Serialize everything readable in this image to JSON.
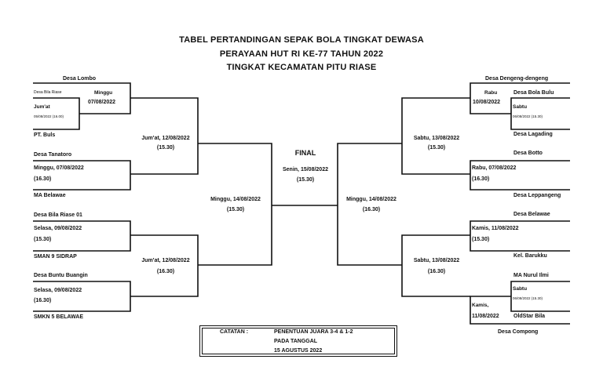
{
  "title": {
    "line1": "TABEL PERTANDINGAN SEPAK BOLA TINGKAT DEWASA",
    "line2": "PERAYAAN HUT RI KE-77 TAHUN 2022",
    "line3": "TINGKAT KECAMATAN PITU RIASE"
  },
  "left": {
    "team_lombo": "Desa Lombo",
    "team_bila_riase": "Desa Bila Riase",
    "m1_day": "Jum'at",
    "m1_date_small": "05/08/2022 (16.00)",
    "m2_day": "Minggu",
    "m2_date": "07/08/2022",
    "team_pt_buls": "PT. Buls",
    "team_tanatoro": "Desa Tanatoro",
    "m3_date": "Minggu, 07/08/2022",
    "m3_time": "(16.30)",
    "team_ma_belawae": "MA Belawae",
    "team_bila_riase_01": "Desa Bila Riase 01",
    "m4_date": "Selasa, 09/08/2022",
    "m4_time": "(15.30)",
    "team_sman9": "SMAN 9 SIDRAP",
    "team_buntu_buangin": "Desa Buntu Buangin",
    "m5_date": "Selasa, 09/08/2022",
    "m5_time": "(16.30)",
    "team_smkn5": "SMKN 5 BELAWAE",
    "qf1_date": "Jum'at, 12/08/2022",
    "qf1_time": "(15.30)",
    "qf2_date": "Jum'at, 12/08/2022",
    "qf2_time": "(16.30)",
    "sf_date": "Minggu, 14/08/2022",
    "sf_time": "(15.30)"
  },
  "center": {
    "final_label": "FINAL",
    "final_date": "Senin, 15/08/2022",
    "final_time": "(15.30)"
  },
  "right": {
    "team_dengeng": "Desa Dengeng-dengeng",
    "m1_day": "Rabu",
    "m1_date": "10/08/2022",
    "team_bola_bulu": "Desa Bola Bulu",
    "m2_day": "Sabtu",
    "m2_date_small": "06/08/2022 (15.30)",
    "team_lagading": "Desa Lagading",
    "team_botto": "Desa Botto",
    "m3_date": "Rabu, 07/08/2022",
    "m3_time": "(16.30)",
    "team_leppangeng": "Desa Leppangeng",
    "team_belawae": "Desa Belawae",
    "m4_date": "Kamis, 11/08/2022",
    "m4_time": "(15.30)",
    "team_barukku": "Kel. Barukku",
    "team_ma_nurul_ilmi": "MA Nurul Ilmi",
    "m5_day": "Sabtu",
    "m5_date_small": "06/08/2022 (15.30)",
    "m6_day": "Kamis,",
    "m6_date": "11/08/2022",
    "team_oldstar": "OldStar Bila",
    "team_compong": "Desa Compong",
    "qf1_date": "Sabtu, 13/08/2022",
    "qf1_time": "(15.30)",
    "qf2_date": "Sabtu, 13/08/2022",
    "qf2_time": "(16.30)",
    "sf_date": "Minggu, 14/08/2022",
    "sf_time": "(16.30)"
  },
  "note": {
    "label": "CATATAN :",
    "line1": "PENENTUAN JUARA 3-4 & 1-2",
    "line2": "PADA TANGGAL",
    "line3": "15 AGUSTUS 2022"
  }
}
